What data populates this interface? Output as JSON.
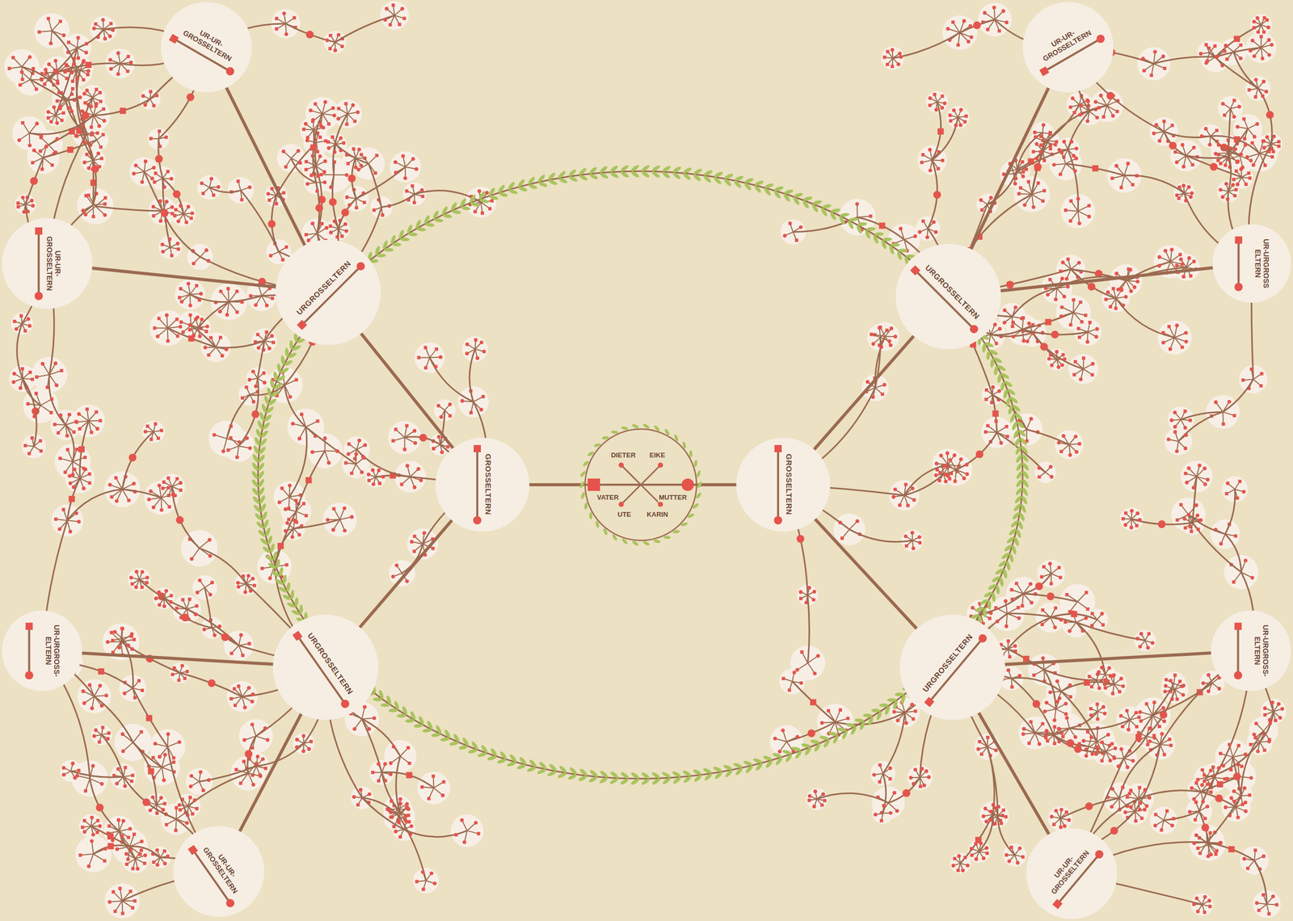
{
  "diagram": {
    "nodes": [
      {
        "text": [
          "DIETER",
          "EIKE",
          "VATER",
          "MUTTER",
          "UTE",
          "KARIN"
        ]
      },
      {
        "text": [
          "GROSSELTERN"
        ]
      },
      {
        "text": [
          "GROSSELTERN"
        ]
      },
      {
        "text": [
          "URGROSSELTERN"
        ]
      },
      {
        "text": [
          "URGROSSELTERN"
        ]
      },
      {
        "text": [
          "URGROSSELTERN"
        ]
      },
      {
        "text": [
          "URGROSSELTERN"
        ]
      },
      {
        "text": [
          "UR-UR-GROSSELTERN"
        ]
      },
      {
        "text": [
          "UR-UR-GROSSELTERN"
        ]
      },
      {
        "text": [
          "UR-UR-GROSSELTERN"
        ]
      },
      {
        "text": [
          "UR-URGROSS ELTERN"
        ]
      },
      {
        "text": [
          "UR-URGROSS-ELTERN"
        ]
      },
      {
        "text": [
          "UR-URGROSS-ELTERN"
        ]
      },
      {
        "text": [
          "UR-UR-GROSSELTERN"
        ]
      },
      {
        "text": [
          "UR-UR-GROSSELTERN"
        ]
      }
    ],
    "edges": [
      {
        "from": 0,
        "to": 1,
        "arrow": "none"
      },
      {
        "from": 0,
        "to": 2,
        "arrow": "none"
      },
      {
        "from": 1,
        "to": 3,
        "arrow": "none"
      },
      {
        "from": 1,
        "to": 5,
        "arrow": "none"
      },
      {
        "from": 2,
        "to": 4,
        "arrow": "none"
      },
      {
        "from": 2,
        "to": 6,
        "arrow": "none"
      },
      {
        "from": 3,
        "to": 7,
        "arrow": "none"
      },
      {
        "from": 3,
        "to": 9,
        "arrow": "none"
      },
      {
        "from": 4,
        "to": 8,
        "arrow": "none"
      },
      {
        "from": 4,
        "to": 10,
        "arrow": "none"
      },
      {
        "from": 5,
        "to": 11,
        "arrow": "none"
      },
      {
        "from": 5,
        "to": 13,
        "arrow": "none"
      },
      {
        "from": 6,
        "to": 12,
        "arrow": "none"
      },
      {
        "from": 6,
        "to": 14,
        "arrow": "none"
      }
    ]
  }
}
